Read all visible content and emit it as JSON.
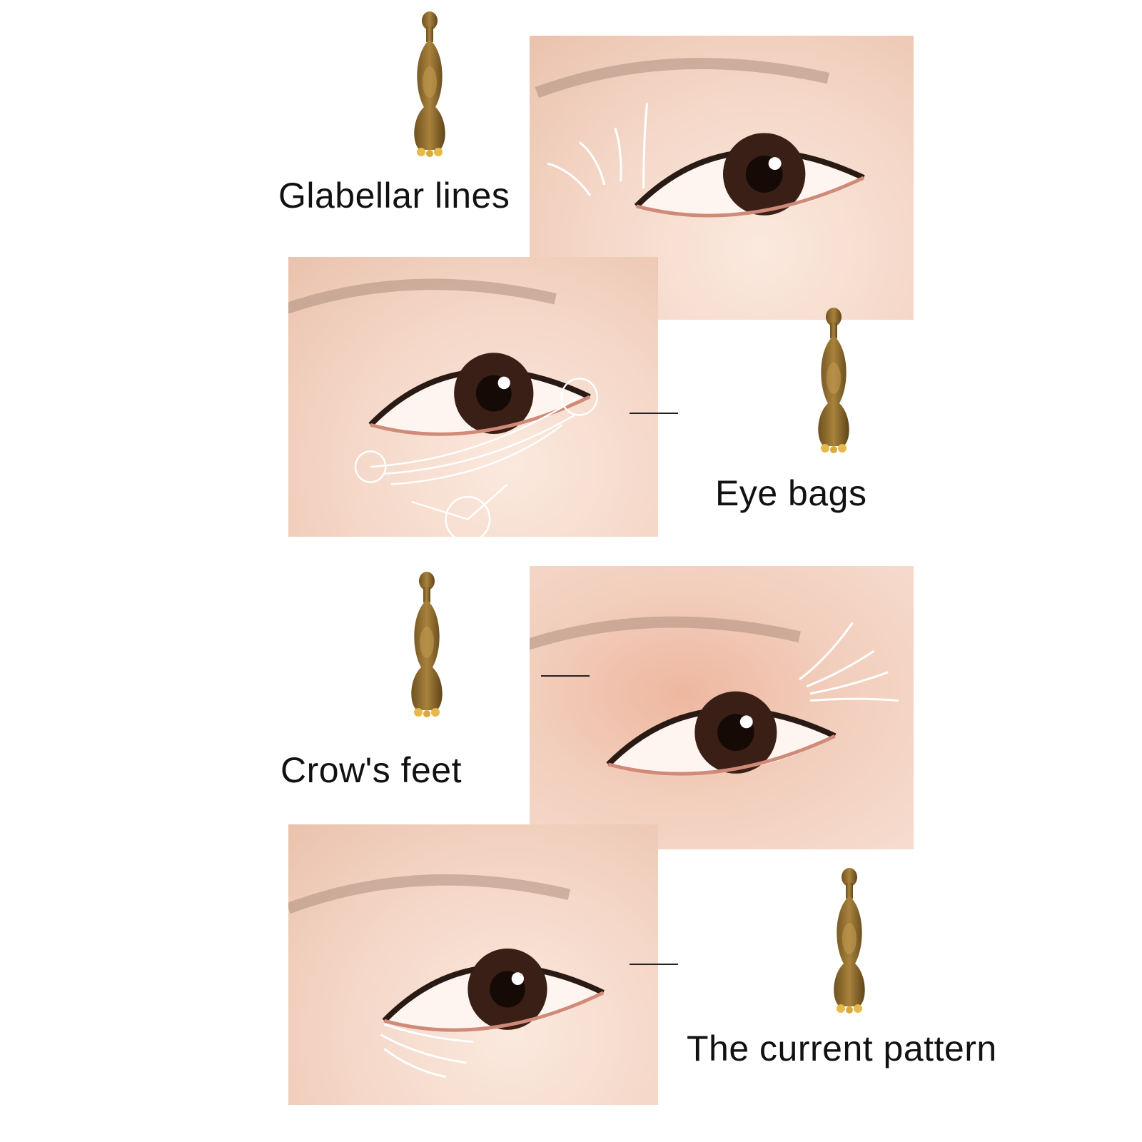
{
  "panels": [
    {
      "label": "Glabellar lines"
    },
    {
      "label": "Eye bags"
    },
    {
      "label": "Crow's feet"
    },
    {
      "label": "The current pattern"
    }
  ],
  "colors": {
    "skin": "#f4d6c6",
    "wood": "#8a6a2c",
    "iris": "#3a1f16",
    "text": "#111111"
  }
}
